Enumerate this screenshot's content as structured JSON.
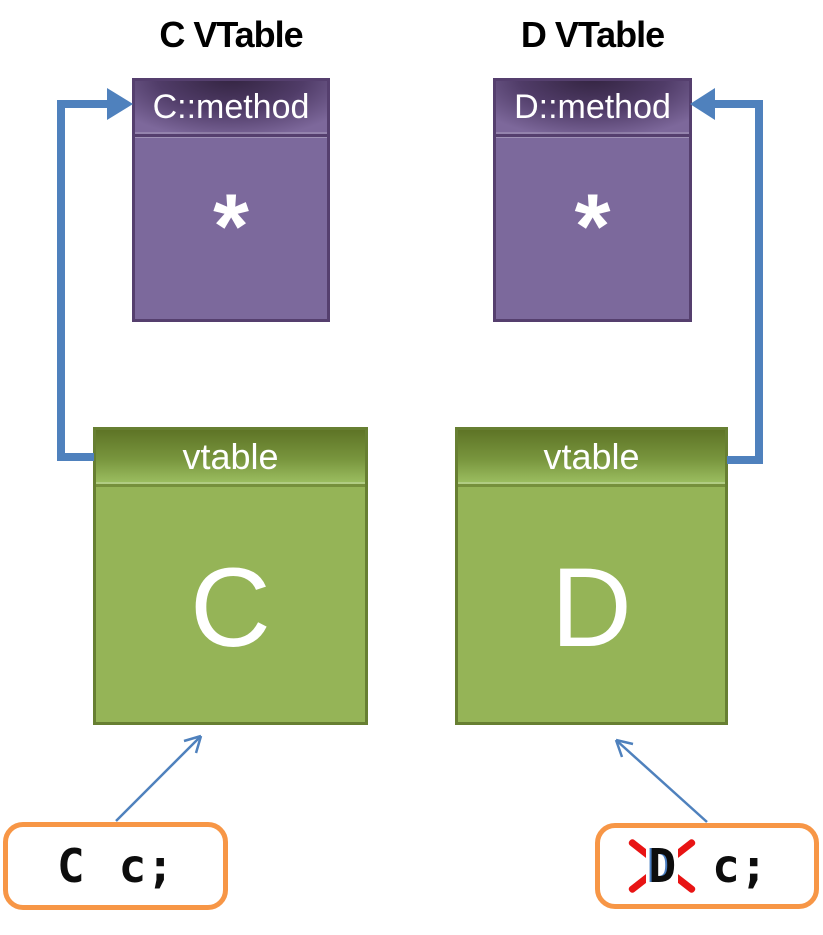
{
  "titles": {
    "c_vtable": "C VTable",
    "d_vtable": "D VTable"
  },
  "c_vtable_box": {
    "header": "C::method",
    "pointer_slot": "*"
  },
  "d_vtable_box": {
    "header": "D::method",
    "pointer_slot": "*"
  },
  "c_object_box": {
    "header": "vtable",
    "label": "C"
  },
  "d_object_box": {
    "header": "vtable",
    "label": "D"
  },
  "c_declaration": {
    "type_name": "C",
    "variable": "c;"
  },
  "d_declaration": {
    "type_name": "D",
    "variable": "c;"
  },
  "colors": {
    "purple_body": "#7c699c",
    "purple_header_dark": "#32233f",
    "purple_border": "#553f6e",
    "green_body": "#95b457",
    "green_header_dark": "#5e7426",
    "green_border": "#677f32",
    "arrow_blue": "#4f81bd",
    "code_box_orange": "#f79646",
    "cross_out_red": "#e81414",
    "title_text": "#000000",
    "box_text": "#ffffff"
  }
}
